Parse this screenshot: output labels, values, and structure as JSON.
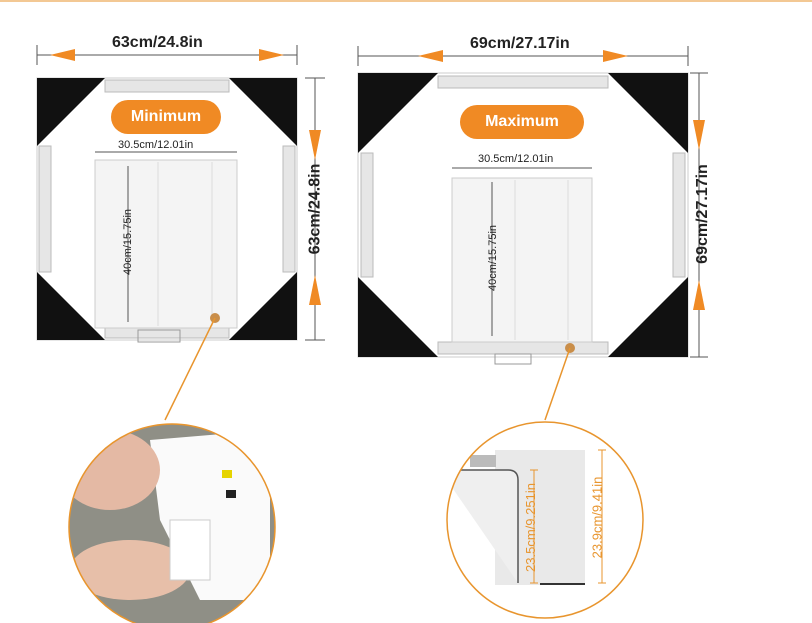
{
  "left": {
    "width_label": "63cm/24.8in",
    "height_label": "63cm/24.8in",
    "badge": "Minimum",
    "inner_width": "30.5cm/12.01in",
    "inner_height": "40cm/15.75in"
  },
  "right": {
    "width_label": "69cm/27.17in",
    "height_label": "69cm/27.17in",
    "badge": "Maximum",
    "inner_width": "30.5cm/12.01in",
    "inner_height": "40cm/15.75in",
    "detail_a": "23.5cm/9.251in",
    "detail_b": "23.9cm/9.41in"
  },
  "colors": {
    "accent": "#f08a24",
    "frame": "#111111",
    "rail": "#e6e6e6"
  }
}
